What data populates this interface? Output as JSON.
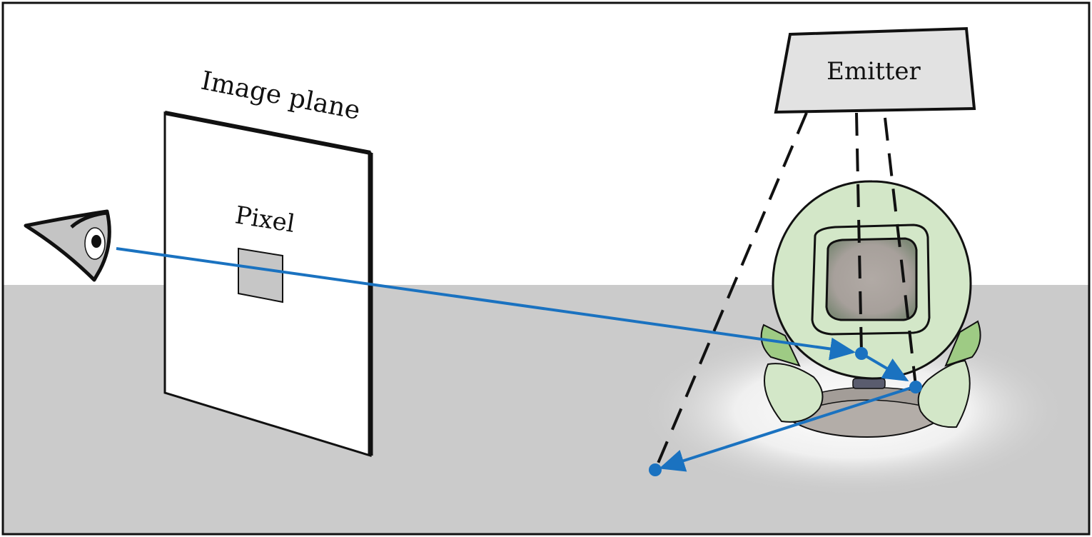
{
  "diagram": {
    "labels": {
      "image_plane": "Image plane",
      "pixel": "Pixel",
      "emitter": "Emitter"
    },
    "colors": {
      "ray": "#1a72c0",
      "floor": "#cbcbcb",
      "sky": "#ffffff",
      "pixel_fill": "#c6c6c6",
      "emitter_fill": "#e2e2e2",
      "object_fill": "#d3e7c8",
      "object_accent": "#9ecb84",
      "object_base": "#b3ada8",
      "outline": "#111111"
    }
  }
}
